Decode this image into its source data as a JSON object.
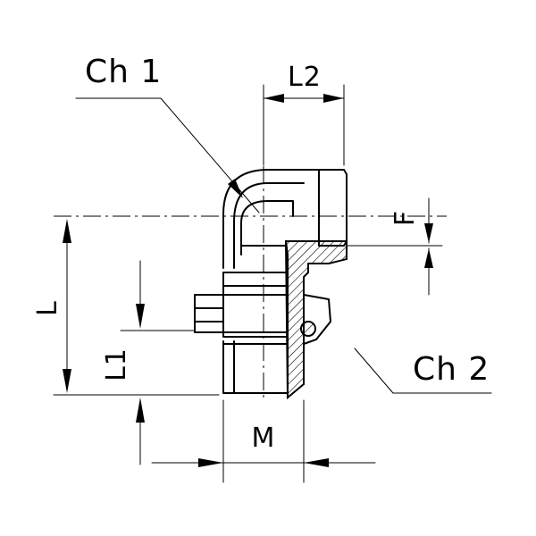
{
  "labels": {
    "ch1": "Ch 1",
    "ch2": "Ch 2",
    "l": "L",
    "l1": "L1",
    "l2": "L2",
    "f": "F",
    "m": "M"
  },
  "colors": {
    "ink": "#000000",
    "background": "#ffffff"
  }
}
